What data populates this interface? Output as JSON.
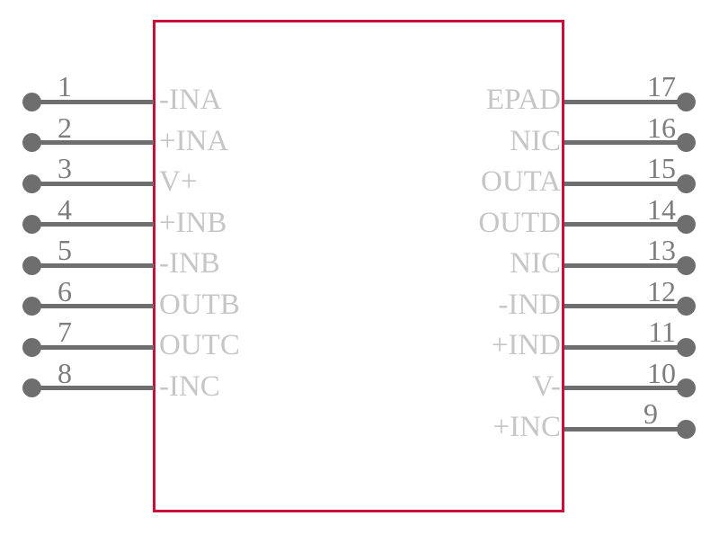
{
  "symbol": {
    "type": "ic-schematic-symbol",
    "body_border_color": "#c8113a",
    "pin_wire_color": "#6e6e6e",
    "pin_number_color": "#7d7d7d",
    "pin_label_color": "#c6c6c6",
    "background_color": "#ffffff",
    "pin_count": 17
  },
  "pins": {
    "left": [
      {
        "number": "1",
        "label": "-INA"
      },
      {
        "number": "2",
        "label": "+INA"
      },
      {
        "number": "3",
        "label": "V+"
      },
      {
        "number": "4",
        "label": "+INB"
      },
      {
        "number": "5",
        "label": "-INB"
      },
      {
        "number": "6",
        "label": "OUTB"
      },
      {
        "number": "7",
        "label": "OUTC"
      },
      {
        "number": "8",
        "label": "-INC"
      }
    ],
    "right": [
      {
        "number": "17",
        "label": "EPAD"
      },
      {
        "number": "16",
        "label": "NIC"
      },
      {
        "number": "15",
        "label": "OUTA"
      },
      {
        "number": "14",
        "label": "OUTD"
      },
      {
        "number": "13",
        "label": "NIC"
      },
      {
        "number": "12",
        "label": "-IND"
      },
      {
        "number": "11",
        "label": "+IND"
      },
      {
        "number": "10",
        "label": "V-"
      },
      {
        "number": "9",
        "label": "+INC"
      }
    ]
  }
}
